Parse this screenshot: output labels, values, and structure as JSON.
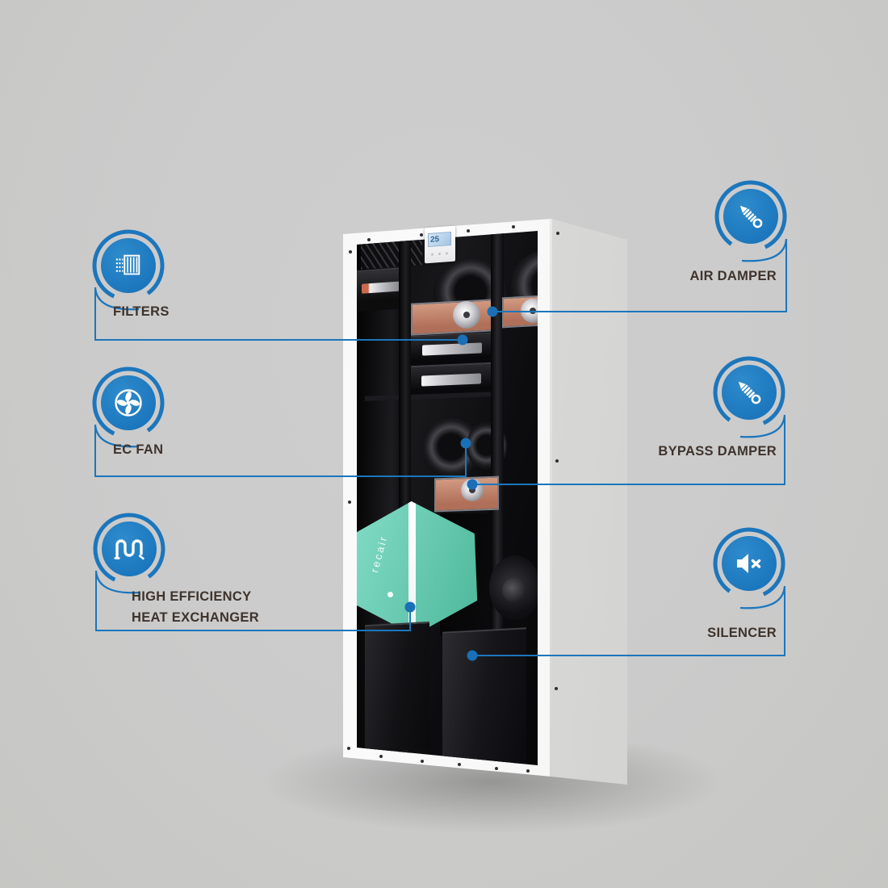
{
  "background_color": "#cbcbcb",
  "accent_color": "#1c76bc",
  "label_text_color": "#3e332c",
  "callouts": {
    "left": [
      {
        "id": "filters",
        "label": "FILTERS",
        "icon": "filter-icon"
      },
      {
        "id": "ec-fan",
        "label": "EC FAN",
        "icon": "fan-icon"
      },
      {
        "id": "heat-exchanger",
        "label_line1": "HIGH EFFICIENCY",
        "label_line2": "HEAT EXCHANGER",
        "icon": "heat-exchanger-coil-icon"
      }
    ],
    "right": [
      {
        "id": "air-damper",
        "label": "AIR DAMPER",
        "icon": "damper-screw-icon"
      },
      {
        "id": "bypass-damper",
        "label": "BYPASS DAMPER",
        "icon": "damper-screw-icon"
      },
      {
        "id": "silencer",
        "label": "SILENCER",
        "icon": "speaker-mute-icon"
      }
    ]
  },
  "unit": {
    "controller_display_value": "25",
    "heat_exchanger_brand": "recair",
    "cabinet_color": "#f5f5f4",
    "interior_color": "#0e0e10",
    "heat_exchanger_color": "#6fceb6",
    "damper_color": "#c07f68"
  }
}
